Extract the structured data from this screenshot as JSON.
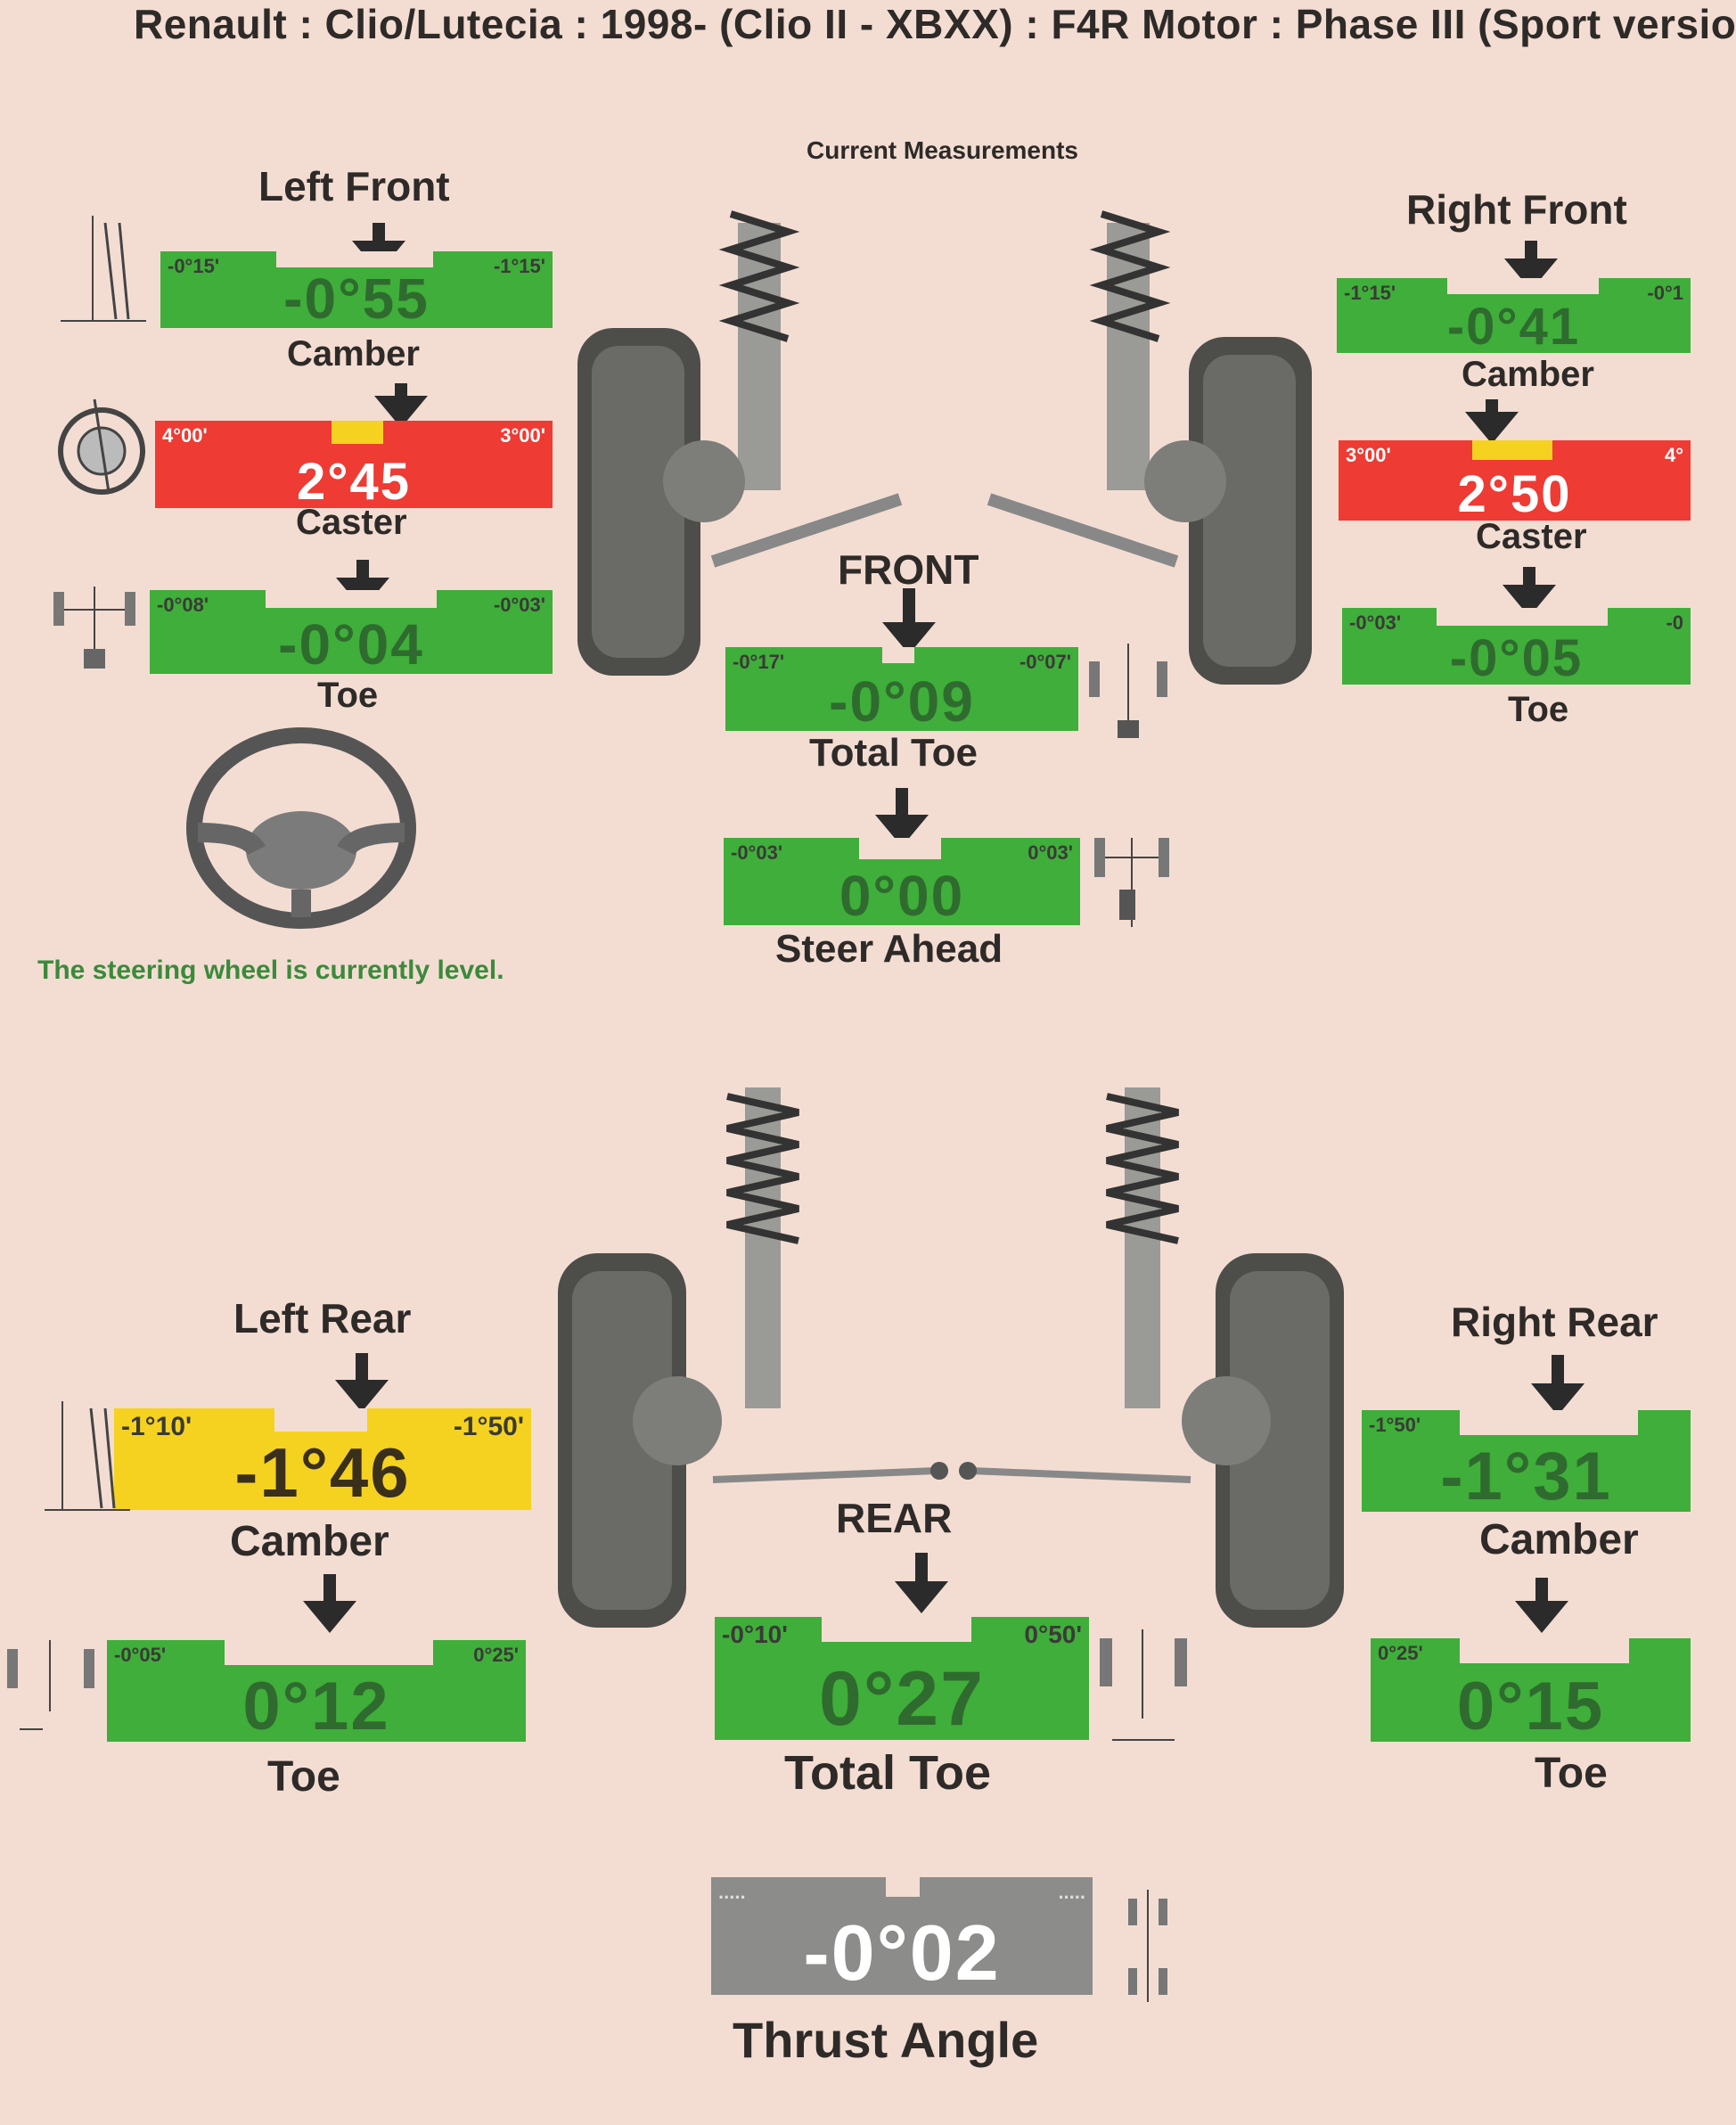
{
  "title": "Renault : Clio/Lutecia : 1998- (Clio II - XBXX) : F4R Motor : Phase III (Sport versio",
  "subtitle": "Current Measurements",
  "colors": {
    "green": "#3fae3a",
    "red": "#ee3b34",
    "yellow": "#f4d21f",
    "gray": "#8c8c8a"
  },
  "front": {
    "axle_label": "FRONT",
    "left": {
      "title": "Left Front",
      "camber": {
        "label": "Camber",
        "value": "-0°55",
        "min": "-0°15'",
        "max": "-1°15'",
        "status": "green"
      },
      "caster": {
        "label": "Caster",
        "value": "2°45",
        "min": "4°00'",
        "max": "3°00'",
        "status": "red"
      },
      "toe": {
        "label": "Toe",
        "value": "-0°04",
        "min": "-0°08'",
        "max": "-0°03'",
        "status": "green"
      }
    },
    "right": {
      "title": "Right Front",
      "camber": {
        "label": "Camber",
        "value": "-0°41",
        "min": "-1°15'",
        "max": "-0°1",
        "status": "green"
      },
      "caster": {
        "label": "Caster",
        "value": "2°50",
        "min": "3°00'",
        "max": "4°",
        "status": "red"
      },
      "toe": {
        "label": "Toe",
        "value": "-0°05",
        "min": "-0°03'",
        "max": "-0",
        "status": "green"
      }
    },
    "total_toe": {
      "label": "Total Toe",
      "value": "-0°09",
      "min": "-0°17'",
      "max": "-0°07'",
      "status": "green"
    },
    "steer_ahead": {
      "label": "Steer Ahead",
      "value": "0°00",
      "min": "-0°03'",
      "max": "0°03'",
      "status": "green"
    },
    "steering_note": "The steering wheel is currently level."
  },
  "rear": {
    "axle_label": "REAR",
    "left": {
      "title": "Left Rear",
      "camber": {
        "label": "Camber",
        "value": "-1°46",
        "min": "-1°10'",
        "max": "-1°50'",
        "status": "yellow"
      },
      "toe": {
        "label": "Toe",
        "value": "0°12",
        "min": "-0°05'",
        "max": "0°25'",
        "status": "green"
      }
    },
    "right": {
      "title": "Right Rear",
      "camber": {
        "label": "Camber",
        "value": "-1°31",
        "min": "-1°50'",
        "max": "",
        "status": "green"
      },
      "toe": {
        "label": "Toe",
        "value": "0°15",
        "min": "0°25'",
        "max": "",
        "status": "green"
      }
    },
    "total_toe": {
      "label": "Total Toe",
      "value": "0°27",
      "min": "-0°10'",
      "max": "0°50'",
      "status": "green"
    },
    "thrust_angle": {
      "label": "Thrust Angle",
      "value": "-0°02",
      "min": ".....",
      "max": ".....",
      "status": "gray"
    }
  }
}
